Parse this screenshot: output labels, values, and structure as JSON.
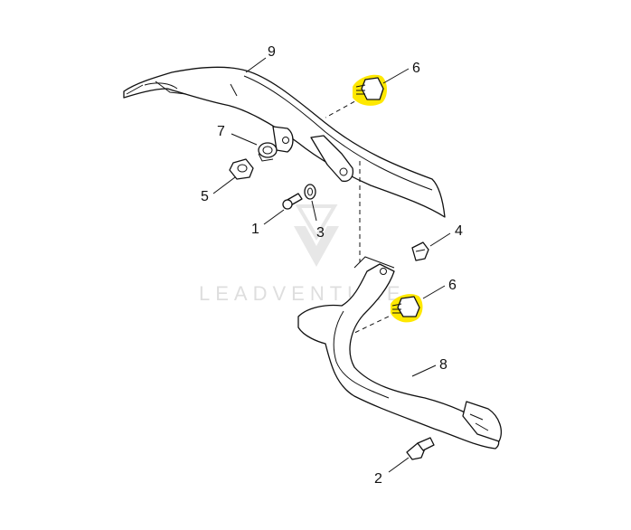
{
  "watermark": {
    "text": "LEADVENTURE"
  },
  "callouts": {
    "c9": "9",
    "c6_top": "6",
    "c7": "7",
    "c5": "5",
    "c1": "1",
    "c3": "3",
    "c4": "4",
    "c6_bottom": "6",
    "c8": "8",
    "c2": "2"
  },
  "highlight_color": "#ffe800"
}
